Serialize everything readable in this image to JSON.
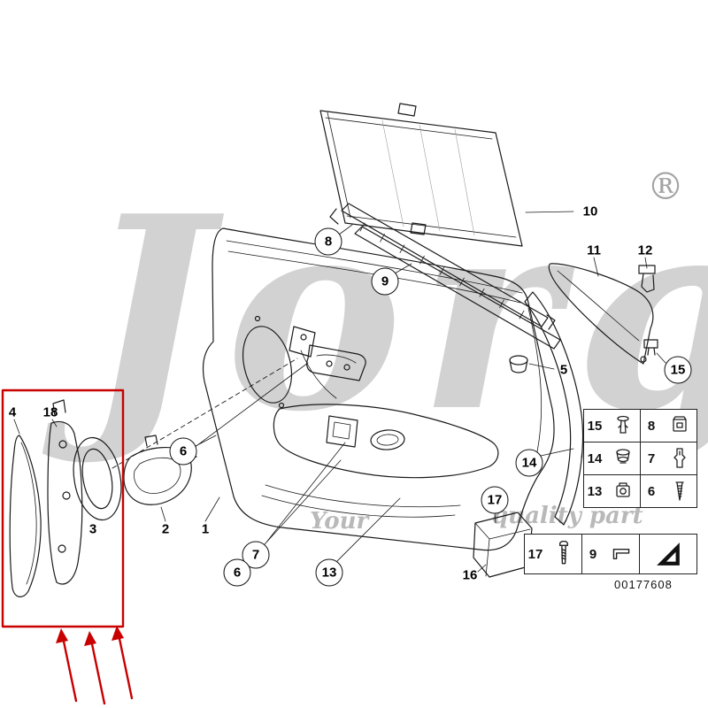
{
  "watermark": {
    "brand": "Jorg",
    "tagline_left": "Your",
    "tagline_right": "quality part",
    "registered": "®"
  },
  "part_number": "00177608",
  "callouts": [
    {
      "label": "8",
      "circled": true
    },
    {
      "label": "9",
      "circled": true
    },
    {
      "label": "10",
      "circled": false
    },
    {
      "label": "11",
      "circled": false
    },
    {
      "label": "12",
      "circled": false
    },
    {
      "label": "5",
      "circled": false
    },
    {
      "label": "15",
      "circled": true
    },
    {
      "label": "4",
      "circled": false
    },
    {
      "label": "18",
      "circled": false
    },
    {
      "label": "6",
      "circled": true
    },
    {
      "label": "14",
      "circled": true
    },
    {
      "label": "17",
      "circled": true
    },
    {
      "label": "3",
      "circled": false
    },
    {
      "label": "2",
      "circled": false
    },
    {
      "label": "1",
      "circled": false
    },
    {
      "label": "7",
      "circled": true
    },
    {
      "label": "6",
      "circled": true
    },
    {
      "label": "13",
      "circled": true
    },
    {
      "label": "16",
      "circled": false
    }
  ],
  "parts_grid": {
    "cells": [
      {
        "label": "15",
        "icon": "push-rivet"
      },
      {
        "label": "8",
        "icon": "square-clip"
      },
      {
        "label": "14",
        "icon": "grommet"
      },
      {
        "label": "7",
        "icon": "spring-clip"
      },
      {
        "label": "13",
        "icon": "nut-clip"
      },
      {
        "label": "6",
        "icon": "screw"
      },
      {
        "label": "17",
        "icon": "long-screw"
      },
      {
        "label": "9",
        "icon": "flat-clip"
      }
    ],
    "arrow_icon": "corner-arrow"
  }
}
